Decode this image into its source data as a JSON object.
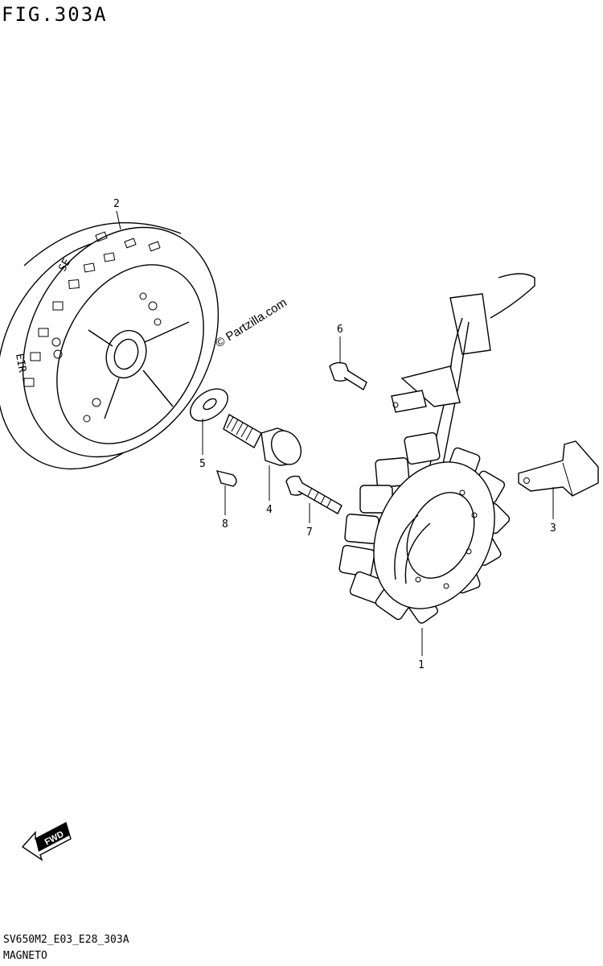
{
  "figure_title": "FIG.303A",
  "footer_code": "SV650M2_E03_E28_303A",
  "footer_name": "MAGNETO",
  "watermark": "© Partzilla.com",
  "fwd_label": "FWD",
  "callouts": {
    "stator": "1",
    "rotor": "2",
    "bracket": "3",
    "rotor_bolt": "4",
    "washer": "5",
    "screw_6": "6",
    "screw_7": "7",
    "key": "8"
  }
}
